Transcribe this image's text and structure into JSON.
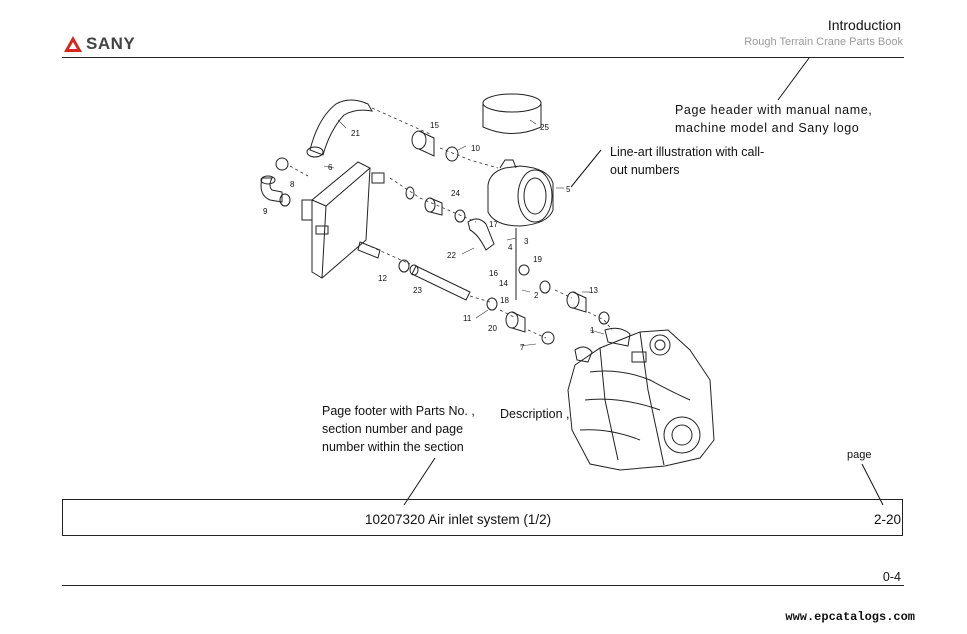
{
  "header": {
    "logo_text": "SANY",
    "title": "Introduction",
    "subtitle": "Rough Terrain Crane Parts Book"
  },
  "annotations": {
    "header_note_line1": "Page header with manual name,",
    "header_note_line2": "machine model and Sany logo",
    "illustration_note_line1": "Line-art illustration with call-",
    "illustration_note_line2": "out numbers",
    "footer_note_line1": "Page footer with Parts No. ,",
    "footer_note_line1_cont": "Description ,",
    "footer_note_line2": "section number and page",
    "footer_note_line3": "number within the section",
    "page_note": "page"
  },
  "example_footer": {
    "description": "10207320 Air inlet system (1/2)",
    "page": "2-20"
  },
  "callouts": [
    "21",
    "15",
    "10",
    "25",
    "6",
    "8",
    "9",
    "24",
    "5",
    "17",
    "3",
    "22",
    "4",
    "19",
    "16",
    "14",
    "12",
    "23",
    "2",
    "13",
    "18",
    "11",
    "20",
    "1",
    "7"
  ],
  "page_number": "0-4",
  "website": "www.epcatalogs.com",
  "colors": {
    "logo_red": "#d7261e",
    "rule": "#222222",
    "subtitle_gray": "#9a9a9a"
  }
}
